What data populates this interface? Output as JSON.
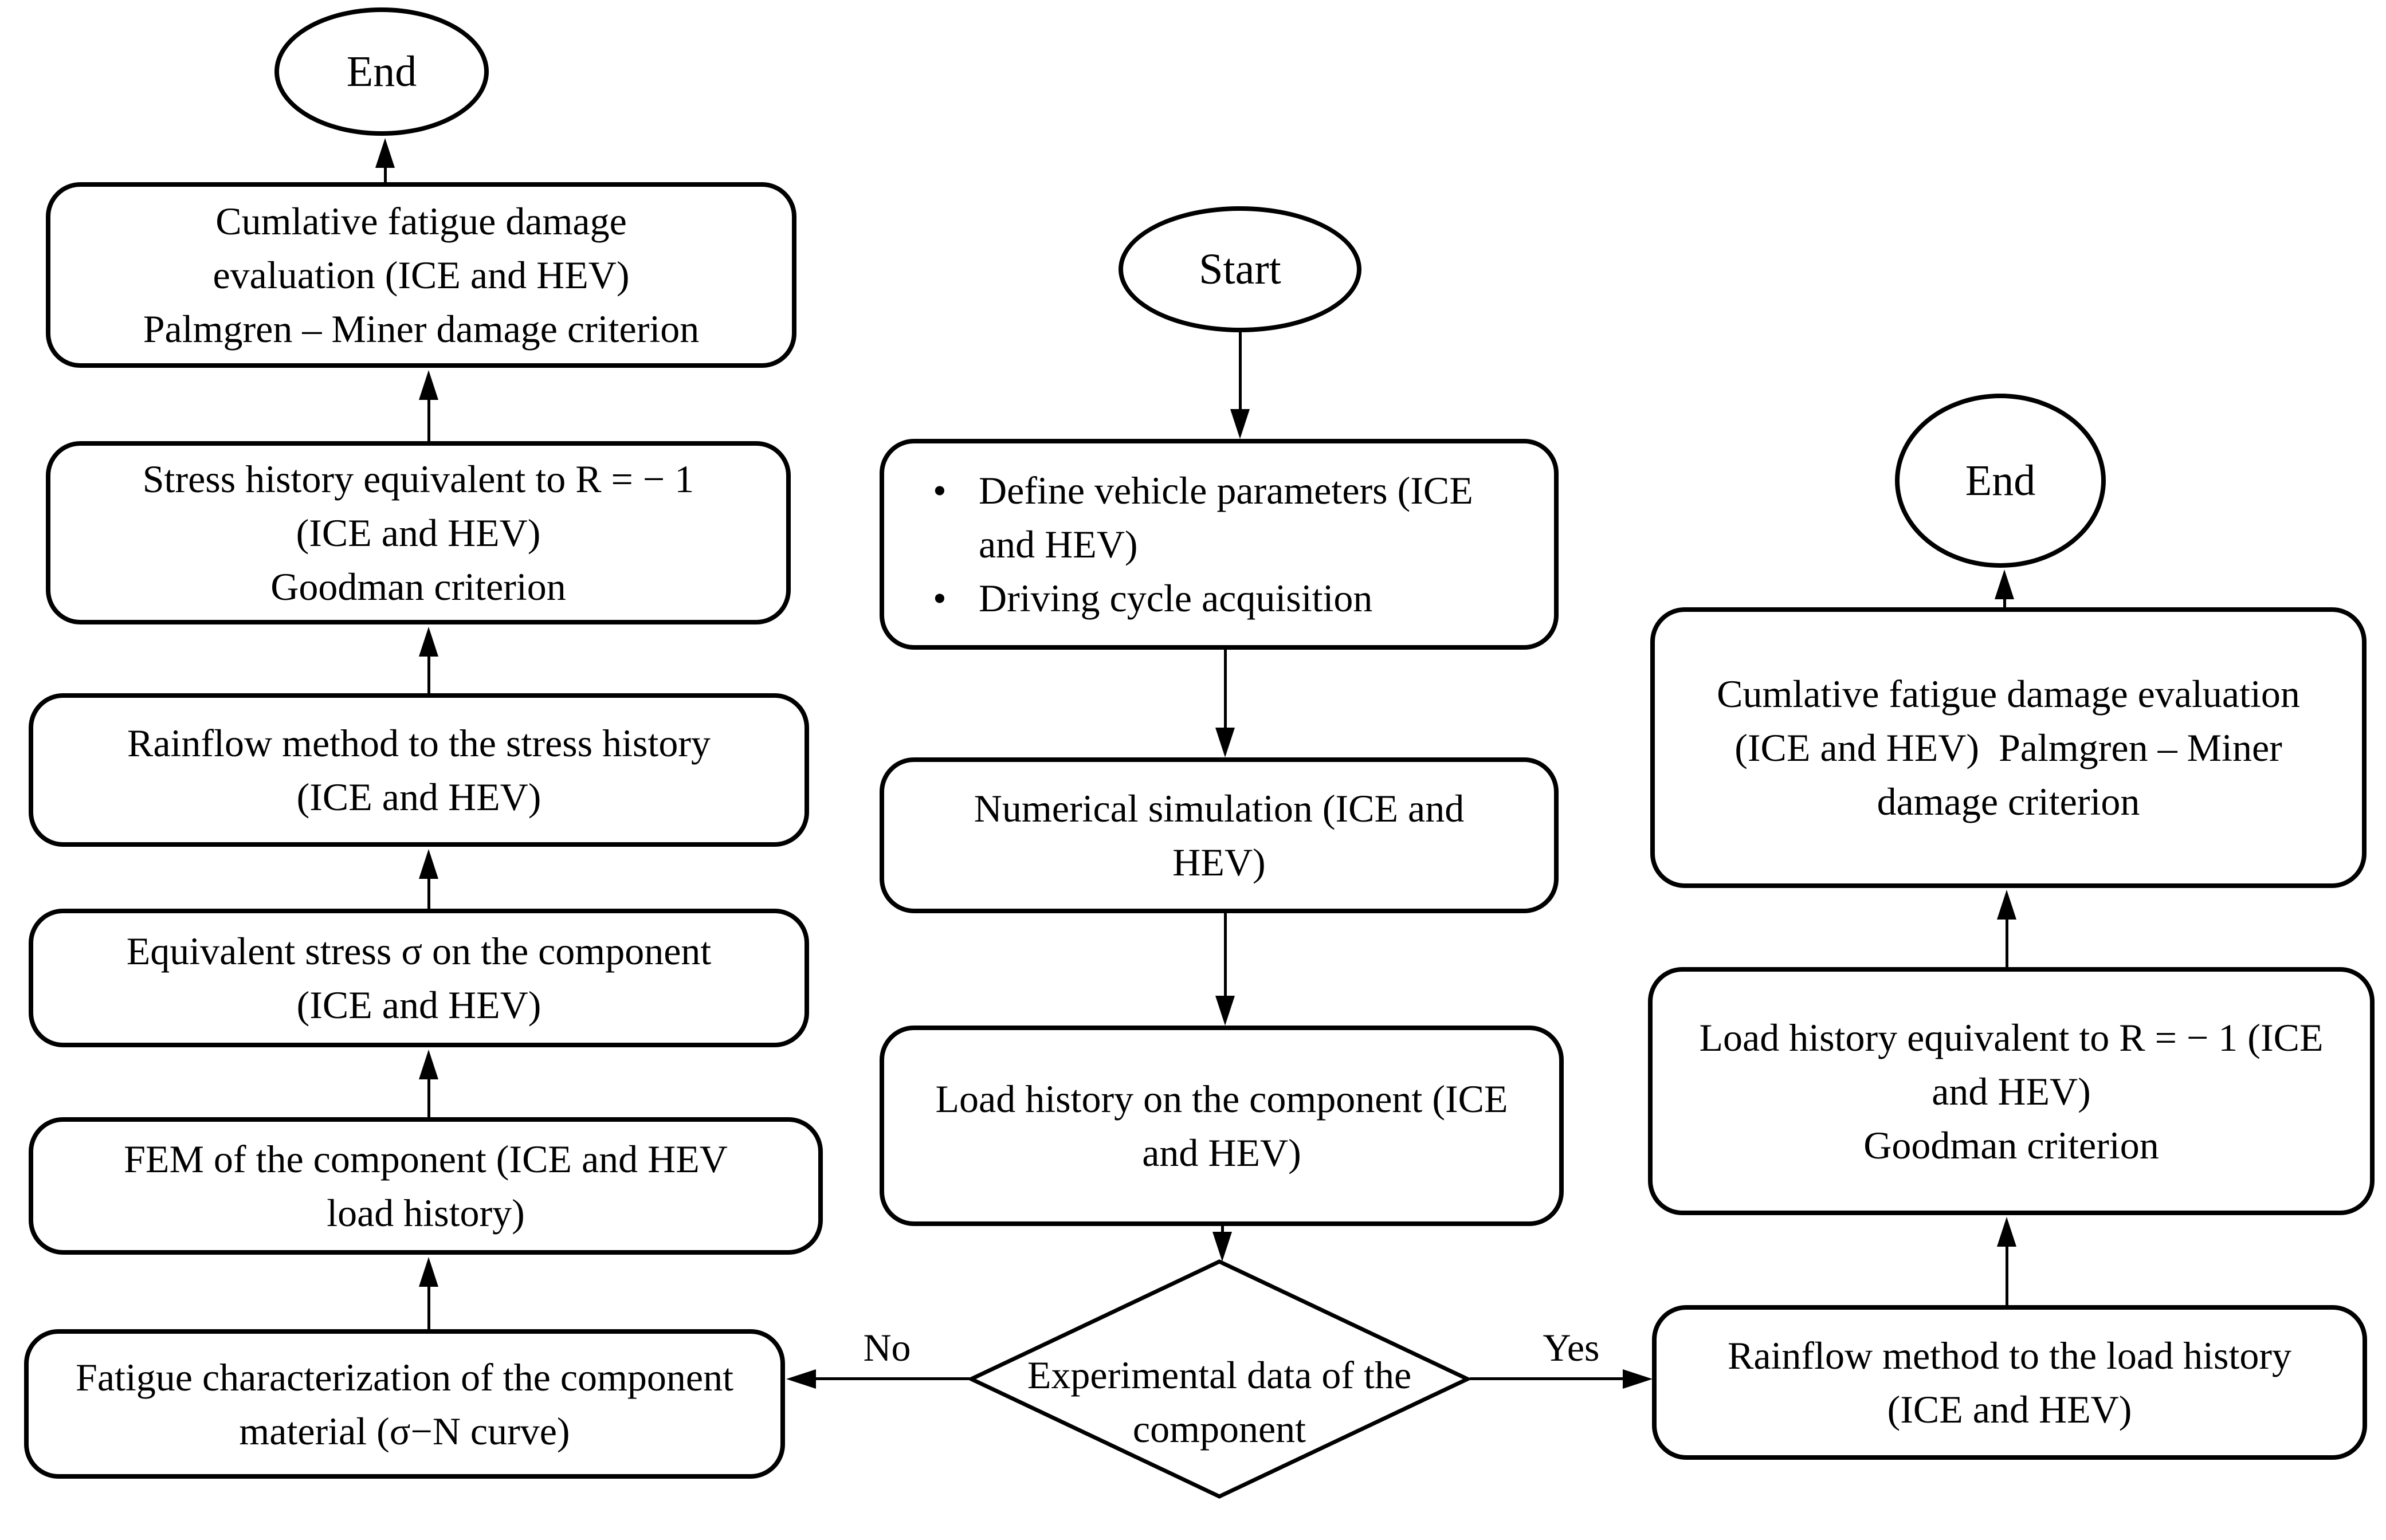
{
  "nodes": {
    "end_left": {
      "label": "End"
    },
    "cum_left": {
      "lines": [
        "Cumlative fatigue damage",
        "evaluation (ICE and HEV)",
        "Palmgren – Miner damage criterion"
      ]
    },
    "stress_eq": {
      "lines": [
        "Stress history equivalent to R = − 1",
        "(ICE and HEV)",
        "Goodman criterion"
      ]
    },
    "rainflow_stress": {
      "lines": [
        "Rainflow method to the stress history",
        "(ICE and HEV)"
      ]
    },
    "equiv_stress": {
      "lines": [
        "Equivalent stress σ on the component",
        "(ICE and HEV)"
      ]
    },
    "fem": {
      "lines": [
        "FEM of the component (ICE and HEV",
        "load history)"
      ]
    },
    "fatigue_char": {
      "lines": [
        "Fatigue characterization of the component",
        "material (σ−N curve)"
      ]
    },
    "start": {
      "label": "Start"
    },
    "define_params": {
      "bullet": "•",
      "lines": [
        "Define vehicle parameters (ICE",
        "and HEV)",
        "Driving cycle acquisition"
      ]
    },
    "num_sim": {
      "lines": [
        "Numerical simulation (ICE and",
        "HEV)"
      ]
    },
    "load_hist": {
      "lines": [
        "Load history on the component (ICE",
        "and HEV)"
      ]
    },
    "exp_data": {
      "lines": [
        "Experimental data of the",
        "component"
      ]
    },
    "end_right": {
      "label": "End"
    },
    "cum_right": {
      "lines": [
        "Cumlative fatigue damage evaluation",
        "(ICE and HEV)  Palmgren – Miner",
        "damage criterion"
      ]
    },
    "load_eq": {
      "lines": [
        "Load history equivalent to R = − 1 (ICE",
        "and HEV)",
        "Goodman criterion"
      ]
    },
    "rainflow_load": {
      "lines": [
        "Rainflow method to the load history",
        "(ICE and HEV)"
      ]
    }
  },
  "edge_labels": {
    "no": "No",
    "yes": "Yes"
  },
  "colors": {
    "stroke": "#000000",
    "background": "#ffffff"
  }
}
